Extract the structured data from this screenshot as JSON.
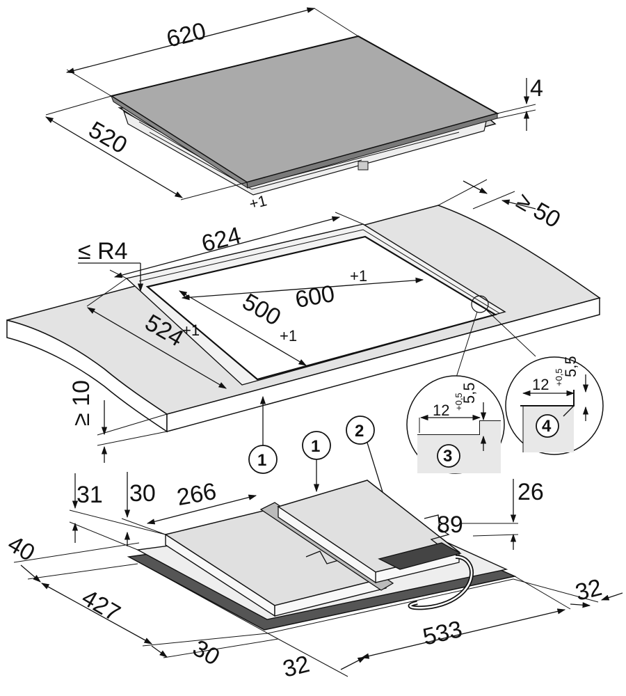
{
  "hob": {
    "width": "620",
    "depth": "520",
    "glass_thickness": "4"
  },
  "cutout": {
    "width_outer": "624",
    "width_outer_tol": "+1",
    "depth_outer": "524",
    "depth_outer_tol": "+1",
    "width_inner": "600",
    "width_inner_tol": "+1",
    "depth_inner": "500",
    "depth_inner_tol": "+1",
    "corner_radius": "≤ R4",
    "min_rear_distance": "≥ 50",
    "min_worktop_thickness": "≥ 10"
  },
  "details": {
    "detail3": {
      "number": "3",
      "width": "12",
      "depth": "5,5",
      "tol": "+0,5"
    },
    "detail4": {
      "number": "4",
      "width": "12",
      "depth": "5,5",
      "tol": "+0,5"
    }
  },
  "callouts": {
    "one": "1",
    "two": "2"
  },
  "underside": {
    "height_left_1": "31",
    "height_left_2": "30",
    "module_width": "266",
    "height_right": "26",
    "conn_width": "89",
    "left_offset": "40",
    "depth": "427",
    "front_offset": "30",
    "front_right": "32",
    "total_width": "533",
    "right_offset": "32"
  }
}
